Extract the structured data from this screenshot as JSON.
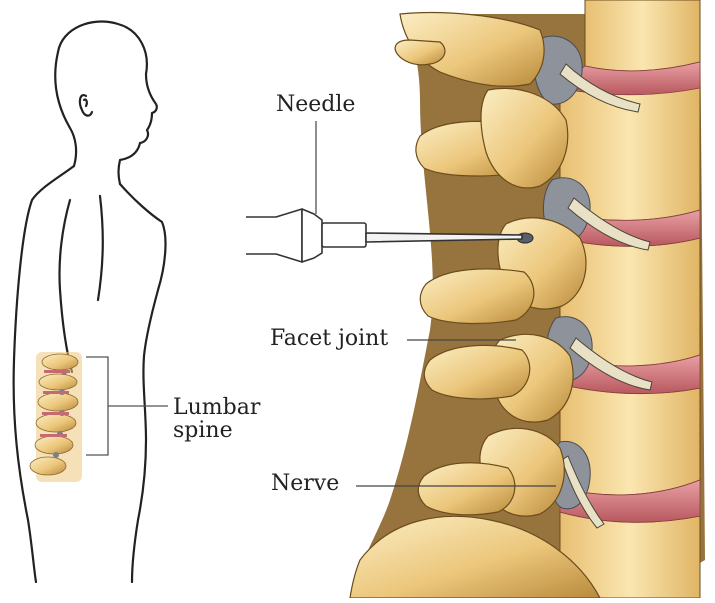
{
  "labels": {
    "needle": "Needle",
    "facet_joint": "Facet joint",
    "nerve": "Nerve",
    "lumbar_line1": "Lumbar",
    "lumbar_line2": "spine"
  },
  "colors": {
    "bone_light": "#f6dfa4",
    "bone_mid": "#e3bb6c",
    "bone_dark": "#b98a3c",
    "disc": "#d9848a",
    "disc_dark": "#b8595f",
    "foramen": "#8b8f99",
    "outline": "#222222"
  }
}
